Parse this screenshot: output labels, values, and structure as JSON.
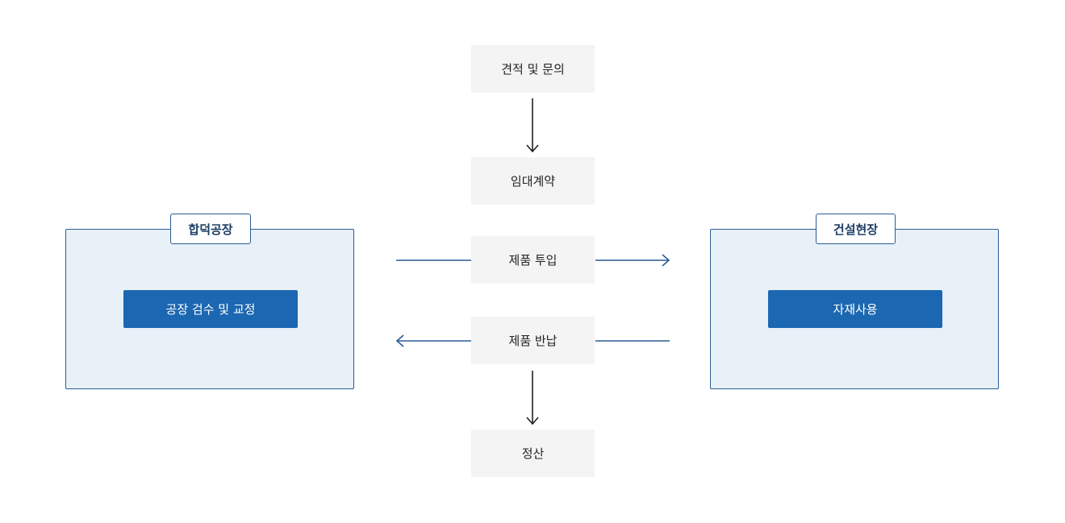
{
  "steps": {
    "estimate": "견적 및 문의",
    "lease": "임대계약",
    "deliver": "제품 투입",
    "return": "제품 반납",
    "settle": "정산"
  },
  "factory": {
    "tag": "합덕공장",
    "action": "공장 검수 및 교정"
  },
  "site": {
    "tag": "건설현장",
    "action": "자재사용"
  },
  "colors": {
    "accent": "#1c67b1",
    "panel_bg": "#e8f0f8",
    "panel_border": "#2a5c92",
    "step_bg": "#f4f4f4",
    "arrow_dark": "#222222"
  }
}
